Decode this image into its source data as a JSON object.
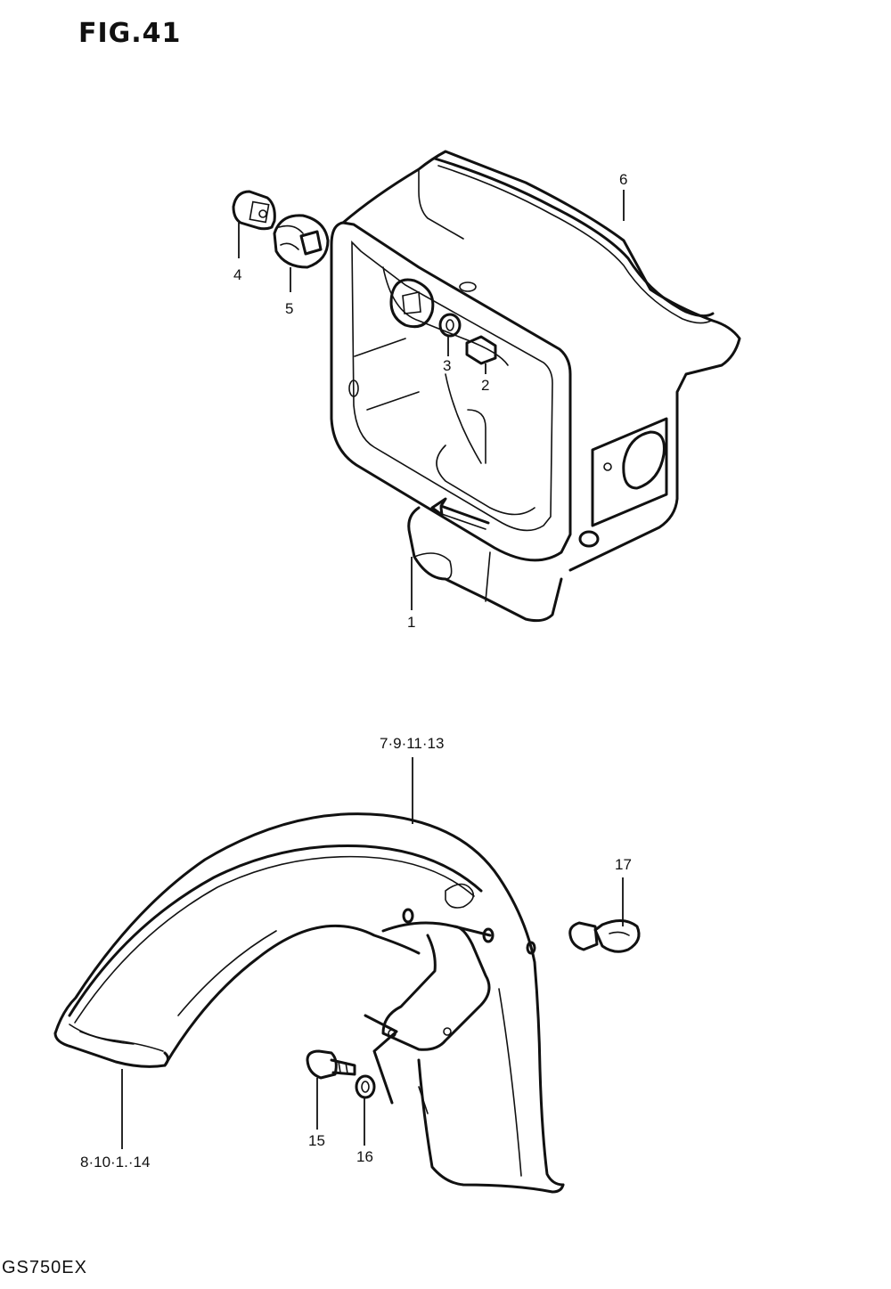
{
  "figure": {
    "title": "FIG.41",
    "model": "GS750EX"
  },
  "callouts": {
    "c1": "1",
    "c2": "2",
    "c3": "3",
    "c4": "4",
    "c5": "5",
    "c6": "6",
    "c7": "7·9·11·13",
    "c8": "8·10·1.·14",
    "c15": "15",
    "c16": "16",
    "c17": "17"
  }
}
